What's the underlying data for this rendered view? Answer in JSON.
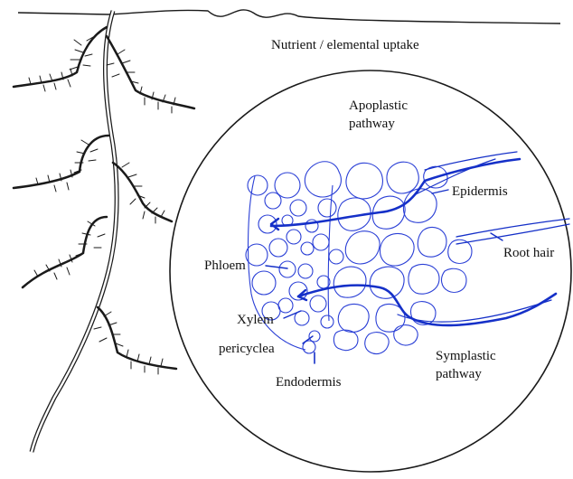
{
  "title": "Nutrient / elemental uptake",
  "labels": {
    "apoplastic_line1": "Apoplastic",
    "apoplastic_line2": "pathway",
    "epidermis": "Epidermis",
    "root_hair": "Root hair",
    "phloem": "Phloem",
    "xylem": "Xylem",
    "pericyclea": "pericyclea",
    "endodermis": "Endodermis",
    "symplastic_line1": "Symplastic",
    "symplastic_line2": "pathway"
  },
  "colors": {
    "cells": "#2a3fd6",
    "pathway": "#1530c8",
    "ink": "#1a1a1a"
  }
}
